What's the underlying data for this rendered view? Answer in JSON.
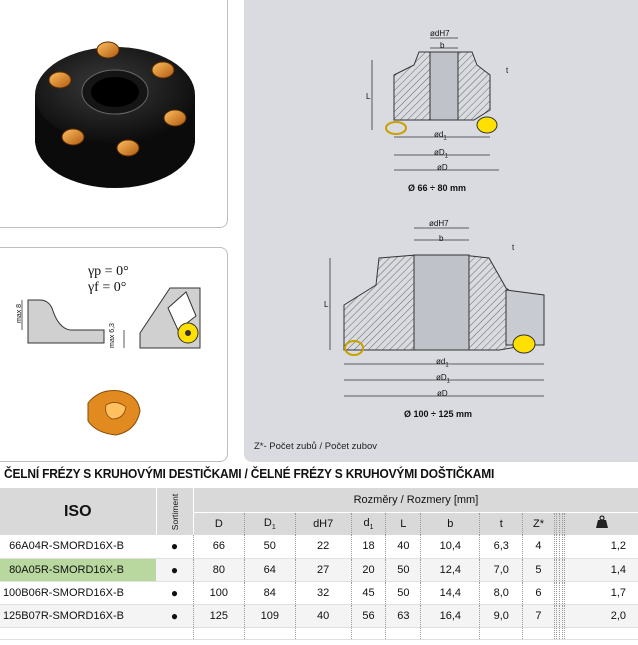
{
  "drawings": {
    "dim_dH7": "ødH7",
    "dim_b": "b",
    "dim_t": "t",
    "dim_L": "L",
    "dim_d1": "ød",
    "dim_d1_sub": "1",
    "dim_D1": "øD",
    "dim_D1_sub": "1",
    "dim_D": "øD",
    "caption_small": "Ø 66 ÷ 80 mm",
    "caption_large": "Ø 100 ÷ 125 mm"
  },
  "angles": {
    "gamma_p": "γp = 0°",
    "gamma_f": "γf = 0°",
    "max8": "max 8",
    "max63": "max 6,3"
  },
  "footnote": "Z*-   Počet zubů / Počet zubov",
  "section_title": "ČELNÍ FRÉZY S KRUHOVÝMI DESTIČKAMI / ČELNÉ FRÉZY S KRUHOVÝMI DOŠTIČKAMI",
  "table": {
    "iso_header": "ISO",
    "sortiment_header": "Sortiment",
    "dims_header": "Rozměry / Rozmery [mm]",
    "columns": [
      "D",
      "D1",
      "dH7",
      "d1",
      "L",
      "b",
      "t",
      "Z*"
    ],
    "rows": [
      {
        "iso": "66A04R-SMORD16X-B",
        "sortiment": "●",
        "vals": [
          "66",
          "50",
          "22",
          "18",
          "40",
          "10,4",
          "6,3",
          "4"
        ],
        "weight": "1,2",
        "highlight": false
      },
      {
        "iso": "80A05R-SMORD16X-B",
        "sortiment": "●",
        "vals": [
          "80",
          "64",
          "27",
          "20",
          "50",
          "12,4",
          "7,0",
          "5"
        ],
        "weight": "1,4",
        "highlight": true
      },
      {
        "iso": "100B06R-SMORD16X-B",
        "sortiment": "●",
        "vals": [
          "100",
          "84",
          "32",
          "45",
          "50",
          "14,4",
          "8,0",
          "6"
        ],
        "weight": "1,7",
        "highlight": false
      },
      {
        "iso": "125B07R-SMORD16X-B",
        "sortiment": "●",
        "vals": [
          "125",
          "109",
          "40",
          "56",
          "63",
          "16,4",
          "9,0",
          "7"
        ],
        "weight": "2,0",
        "highlight": false
      }
    ]
  },
  "colors": {
    "insert": "#f0a030",
    "yellow": "#ffe000",
    "hatch": "#555555",
    "highlight": "#b9d8a0"
  }
}
